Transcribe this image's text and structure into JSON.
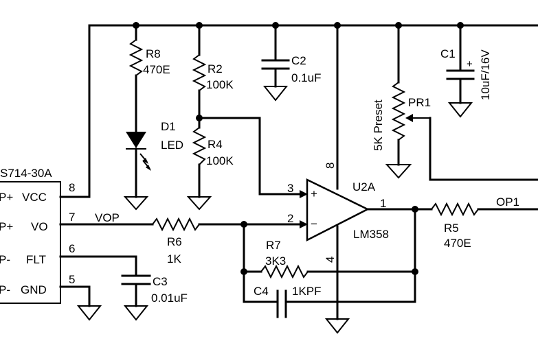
{
  "components": {
    "r8": {
      "ref": "R8",
      "value": "470E"
    },
    "r2": {
      "ref": "R2",
      "value": "100K"
    },
    "r4": {
      "ref": "R4",
      "value": "100K"
    },
    "c2": {
      "ref": "C2",
      "value": "0.1uF"
    },
    "c1": {
      "ref": "C1",
      "value": "10uF/16V",
      "polarity": "+"
    },
    "pr1": {
      "ref": "PR1",
      "value": "5K Preset"
    },
    "d1": {
      "ref": "D1",
      "value": "LED"
    },
    "u2a": {
      "ref": "U2A",
      "part": "LM358",
      "pin_pos": "3",
      "pin_neg": "2",
      "pin_out": "1",
      "pin_vcc": "8",
      "pin_gnd": "4",
      "plus_sign": "+",
      "minus_sign": "−"
    },
    "r5": {
      "ref": "R5",
      "value": "470E"
    },
    "r6": {
      "ref": "R6",
      "value": "1K"
    },
    "r7": {
      "ref": "R7",
      "value": "3K3"
    },
    "c3": {
      "ref": "C3",
      "value": "0.01uF"
    },
    "c4": {
      "ref": "C4",
      "value": "1KPF"
    }
  },
  "ic": {
    "name": "S714-30A",
    "pins": [
      {
        "num": "8",
        "name": "VCC",
        "ext": "P+"
      },
      {
        "num": "7",
        "name": "VO",
        "ext": "P+"
      },
      {
        "num": "6",
        "name": "FLT",
        "ext": "P-"
      },
      {
        "num": "5",
        "name": "GND",
        "ext": "P-"
      }
    ]
  },
  "nets": {
    "vop": "VOP",
    "op1": "OP1"
  }
}
